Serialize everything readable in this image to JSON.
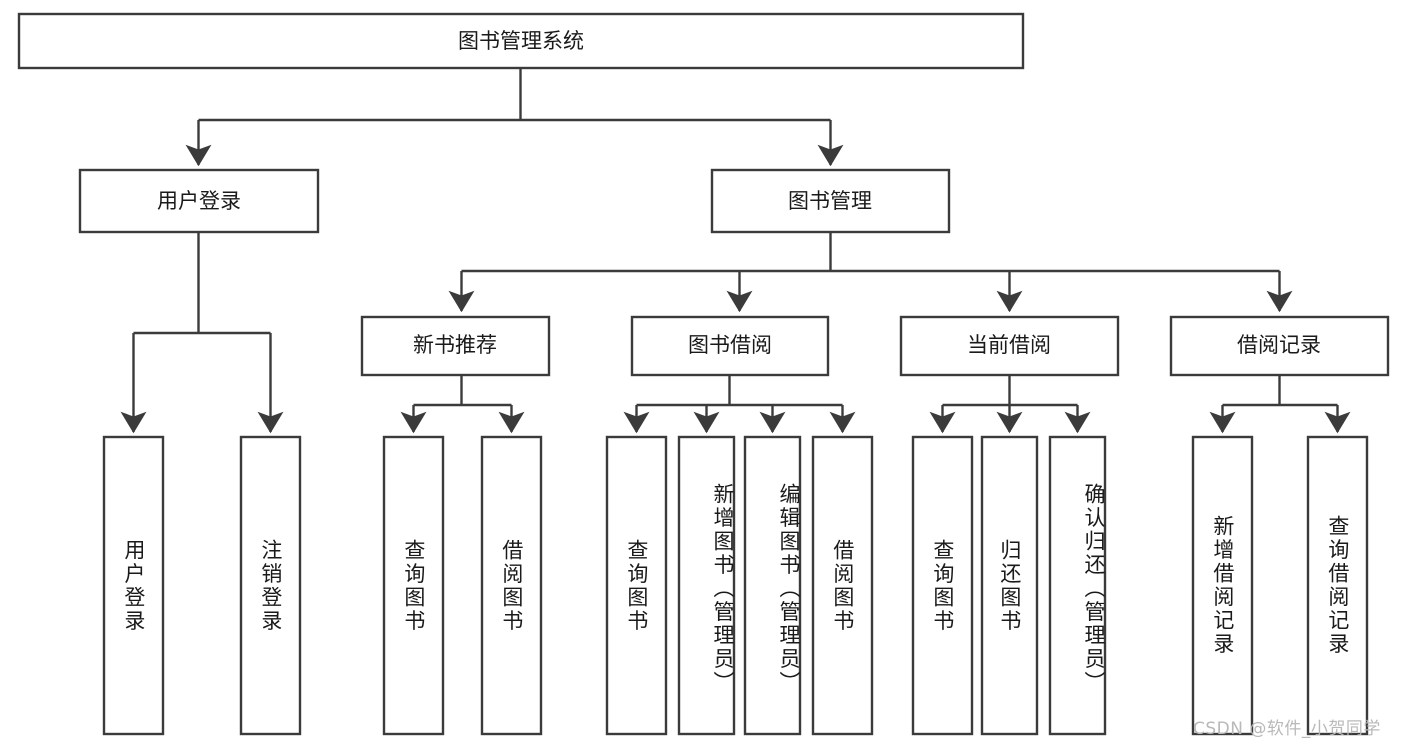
{
  "diagram": {
    "title": "图书管理系统",
    "type": "hierarchy-tree",
    "root": {
      "id": "root",
      "label": "图书管理系统",
      "orientation": "horizontal"
    },
    "level2": [
      {
        "id": "user-login",
        "label": "用户登录",
        "orientation": "horizontal"
      },
      {
        "id": "book-management",
        "label": "图书管理",
        "orientation": "horizontal"
      }
    ],
    "level3": [
      {
        "id": "new-book-recommend",
        "label": "新书推荐",
        "orientation": "horizontal",
        "parent": "book-management"
      },
      {
        "id": "book-borrow",
        "label": "图书借阅",
        "orientation": "horizontal",
        "parent": "book-management"
      },
      {
        "id": "current-borrow",
        "label": "当前借阅",
        "orientation": "horizontal",
        "parent": "book-management"
      },
      {
        "id": "borrow-record",
        "label": "借阅记录",
        "orientation": "horizontal",
        "parent": "book-management"
      }
    ],
    "leaves": [
      {
        "id": "leaf-user-login",
        "label": "用户登录",
        "orientation": "vertical",
        "parent": "user-login"
      },
      {
        "id": "leaf-user-logout",
        "label": "注销登录",
        "orientation": "vertical",
        "parent": "user-login"
      },
      {
        "id": "leaf-query-book-1",
        "label": "查询图书",
        "orientation": "vertical",
        "parent": "new-book-recommend"
      },
      {
        "id": "leaf-borrow-book-1",
        "label": "借阅图书",
        "orientation": "vertical",
        "parent": "new-book-recommend"
      },
      {
        "id": "leaf-query-book-2",
        "label": "查询图书",
        "orientation": "vertical",
        "parent": "book-borrow"
      },
      {
        "id": "leaf-add-book",
        "label": "新增图书（管理员）",
        "orientation": "vertical",
        "parent": "book-borrow"
      },
      {
        "id": "leaf-edit-book",
        "label": "编辑图书（管理员）",
        "orientation": "vertical",
        "parent": "book-borrow"
      },
      {
        "id": "leaf-borrow-book-2",
        "label": "借阅图书",
        "orientation": "vertical",
        "parent": "book-borrow"
      },
      {
        "id": "leaf-query-book-3",
        "label": "查询图书",
        "orientation": "vertical",
        "parent": "current-borrow"
      },
      {
        "id": "leaf-return-book",
        "label": "归还图书",
        "orientation": "vertical",
        "parent": "current-borrow"
      },
      {
        "id": "leaf-confirm-return",
        "label": "确认归还（管理员）",
        "orientation": "vertical",
        "parent": "current-borrow"
      },
      {
        "id": "leaf-add-record",
        "label": "新增借阅记录",
        "orientation": "vertical",
        "parent": "borrow-record"
      },
      {
        "id": "leaf-query-record",
        "label": "查询借阅记录",
        "orientation": "vertical",
        "parent": "borrow-record"
      }
    ],
    "colors": {
      "box_stroke": "#3b3b3b",
      "box_fill": "#ffffff",
      "text": "#1a1a1a",
      "background": "#ffffff",
      "watermark": "#b9b9b9"
    }
  },
  "watermark": {
    "text": "CSDN @软件_小贺同学"
  }
}
